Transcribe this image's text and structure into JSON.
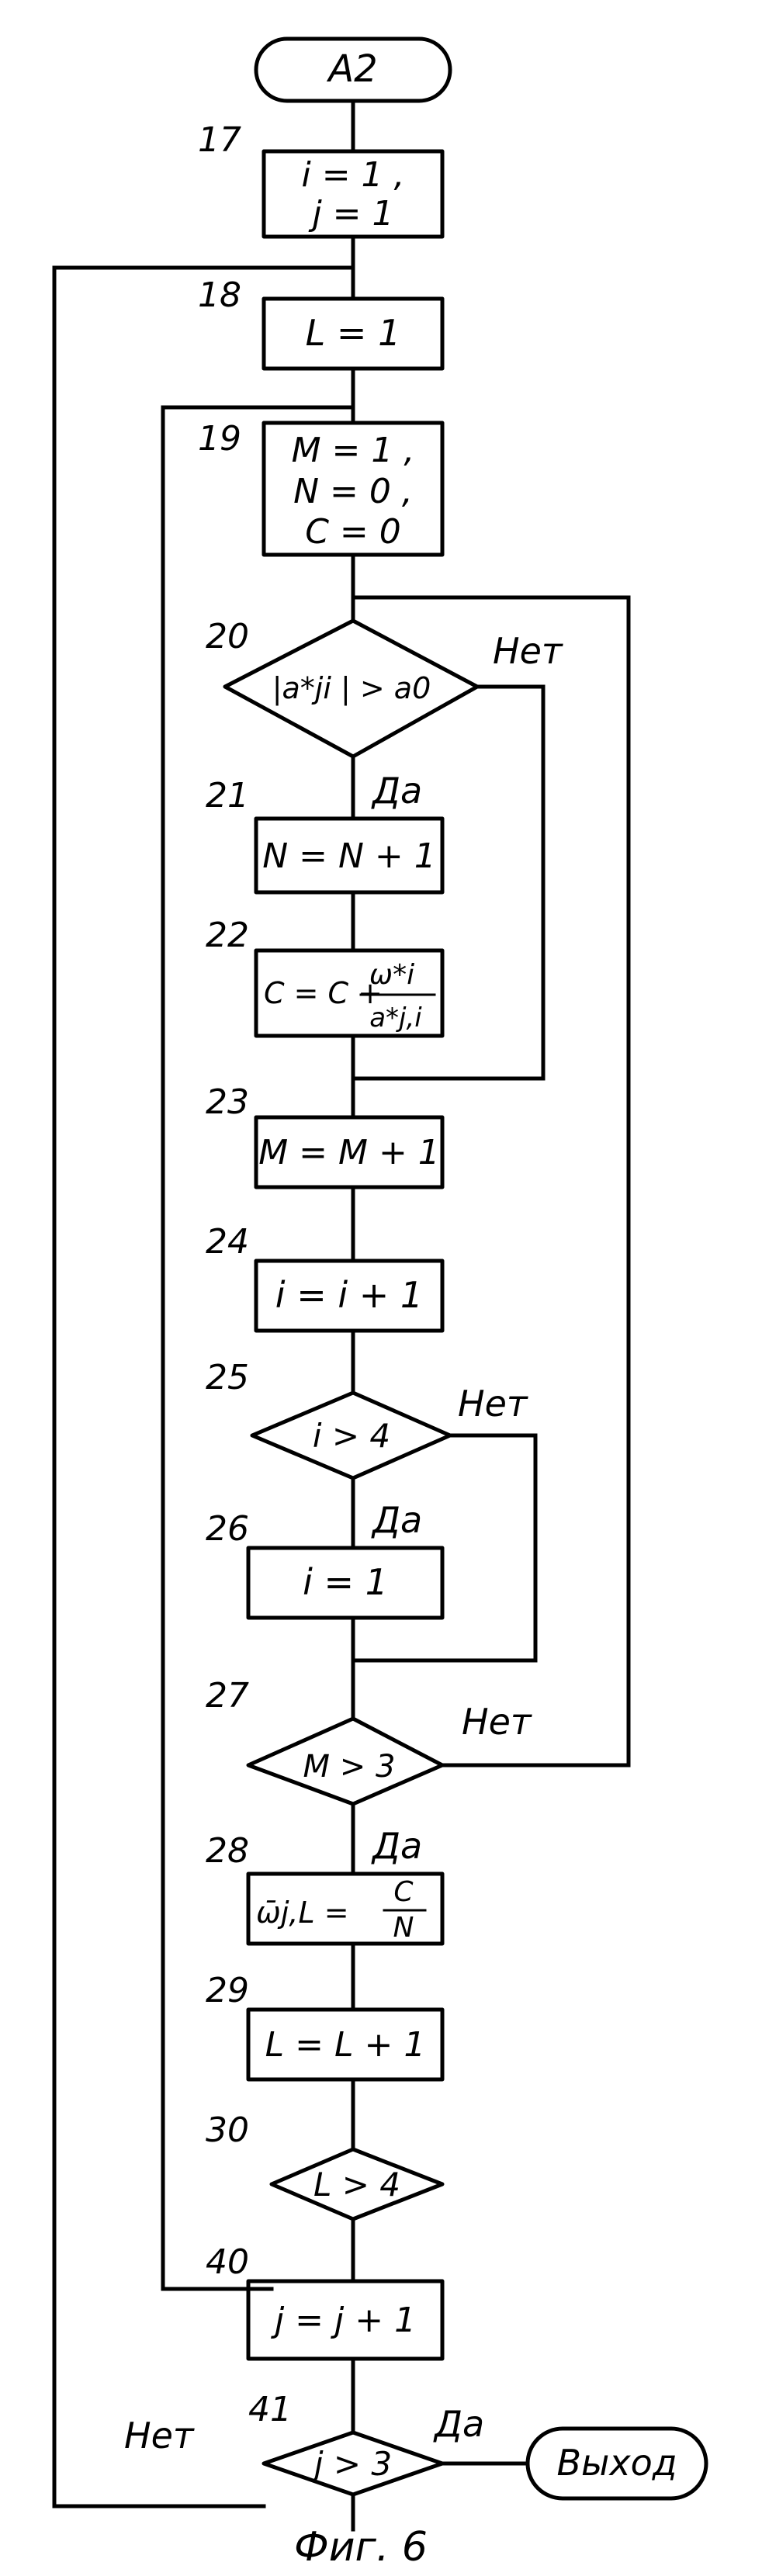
{
  "terminals": {
    "start": "A2",
    "exit": "Выход"
  },
  "blocks": [
    {
      "id": "17",
      "lines": [
        "i = 1 ,",
        "j = 1"
      ]
    },
    {
      "id": "18",
      "lines": [
        "L = 1"
      ]
    },
    {
      "id": "19",
      "lines": [
        "M = 1 ,",
        "N = 0 ,",
        "C = 0"
      ]
    },
    {
      "id": "20",
      "condition": "|a*ji | > a0"
    },
    {
      "id": "21",
      "lines": [
        "N = N + 1"
      ]
    },
    {
      "id": "22",
      "formula_lhs": "C = C +",
      "formula_num": "ω*i",
      "formula_den": "a*j,i"
    },
    {
      "id": "23",
      "lines": [
        "M = M + 1"
      ]
    },
    {
      "id": "24",
      "lines": [
        "i = i + 1"
      ]
    },
    {
      "id": "25",
      "condition": "i > 4"
    },
    {
      "id": "26",
      "lines": [
        "i = 1"
      ]
    },
    {
      "id": "27",
      "condition": "M > 3"
    },
    {
      "id": "28",
      "formula_lhs": "ω̄j,L =",
      "formula_num": "C",
      "formula_den": "N"
    },
    {
      "id": "29",
      "lines": [
        "L = L + 1"
      ]
    },
    {
      "id": "30",
      "condition": "L > 4"
    },
    {
      "id": "40",
      "lines": [
        "j = j + 1"
      ]
    },
    {
      "id": "41",
      "condition": "j > 3"
    }
  ],
  "branch_labels": {
    "yes": "Да",
    "no": "Нет"
  },
  "caption": "Фиг. 6"
}
